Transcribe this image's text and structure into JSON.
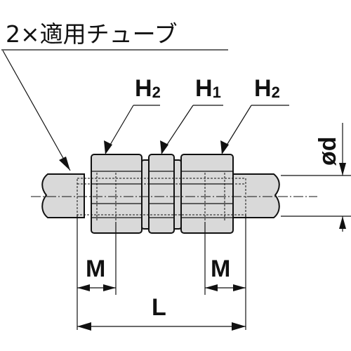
{
  "title": "2×適用チューブ",
  "dimensions": {
    "h2_left": {
      "main": "H",
      "sub": "2"
    },
    "h1": {
      "main": "H",
      "sub": "1"
    },
    "h2_right": {
      "main": "H",
      "sub": "2"
    },
    "od": "ød",
    "m_left": "M",
    "m_right": "M",
    "l": "L"
  }
}
